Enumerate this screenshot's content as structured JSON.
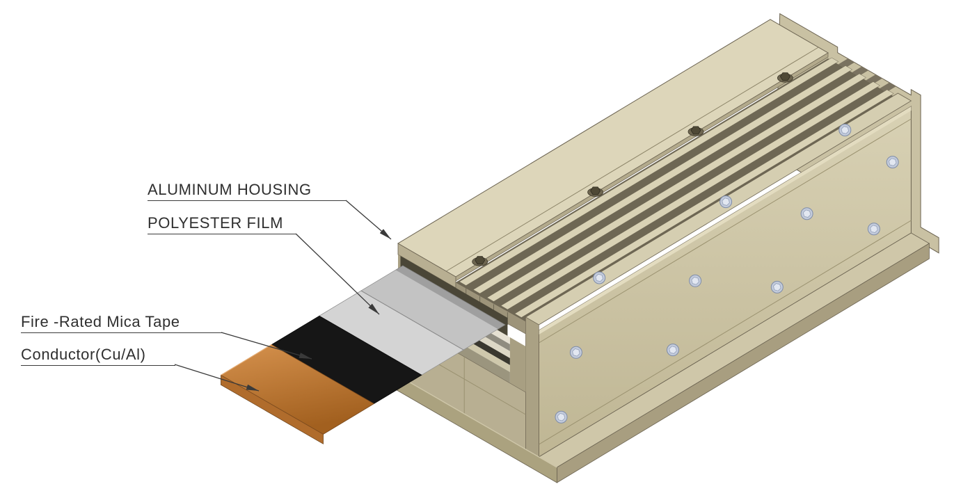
{
  "diagram": {
    "annotations": [
      {
        "label": "ALUMINUM HOUSING"
      },
      {
        "label": "POLYESTER FILM"
      },
      {
        "label": "Fire -Rated Mica Tape"
      },
      {
        "label": "Conductor(Cu/Al)"
      }
    ],
    "colors": {
      "housing": "#d8d1b4",
      "housing_shadow": "#b8af92",
      "housing_edge": "#6b6351",
      "polyester_film": "#cccccc",
      "mica_tape": "#141414",
      "conductor_copper": "#c07a38",
      "bolt_silver": "#c7cfde",
      "nut_dark": "#4f4936",
      "leader_line": "#3a3a3a",
      "background": "#ffffff"
    }
  }
}
